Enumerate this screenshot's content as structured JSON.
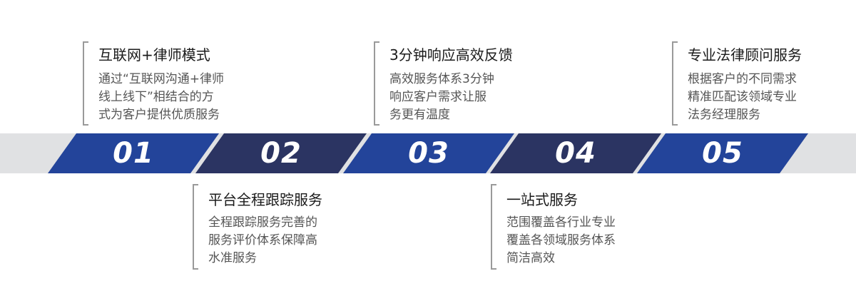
{
  "colors": {
    "band": "#e0e1e3",
    "blue": "#23449a",
    "navy": "#2b3462",
    "bracket": "#9a9a9a"
  },
  "steps": [
    {
      "num": "01",
      "color": "#23449a",
      "title": "互联网+律师模式",
      "lines": [
        "通过“互联网沟通+律师",
        "线上线下”相结合的方",
        "式为客户提供优质服务"
      ]
    },
    {
      "num": "02",
      "color": "#2b3462",
      "title": "平台全程跟踪服务",
      "lines": [
        "全程跟踪服务完善的",
        "服务评价体系保障高",
        "水准服务"
      ]
    },
    {
      "num": "03",
      "color": "#23449a",
      "title": "3分钟响应高效反馈",
      "lines": [
        "高效服务体系3分钟",
        "响应客户需求让服",
        "务更有温度"
      ]
    },
    {
      "num": "04",
      "color": "#2b3462",
      "title": "一站式服务",
      "lines": [
        "范围覆盖各行业专业",
        "覆盖各领域服务体系",
        "简洁高效"
      ]
    },
    {
      "num": "05",
      "color": "#23449a",
      "title": "专业法律顾问服务",
      "lines": [
        "根据客户的不同需求",
        "精准匹配该领域专业",
        "法务经理服务"
      ]
    }
  ]
}
